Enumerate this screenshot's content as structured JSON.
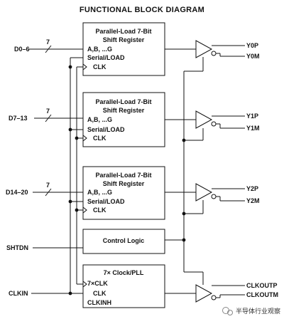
{
  "title": "FUNCTIONAL BLOCK DIAGRAM",
  "shift_register": {
    "title_line1": "Parallel-Load 7-Bit",
    "title_line2": "Shift Register",
    "port_data": "A,B, ...G",
    "port_serial": "Serial/LOAD",
    "port_clk": "CLK"
  },
  "bus_width": "7",
  "inputs": {
    "d0": "D0–6",
    "d7": "D7–13",
    "d14": "D14–20",
    "shtdn": "SHTDN",
    "clkin": "CLKIN"
  },
  "control_logic": "Control Logic",
  "pll": {
    "title": "7× Clock/PLL",
    "port_7clk": "7×CLK",
    "port_clk": "CLK",
    "port_clkinh": "CLKINH"
  },
  "outputs": {
    "y0p": "Y0P",
    "y0m": "Y0M",
    "y1p": "Y1P",
    "y1m": "Y1M",
    "y2p": "Y2P",
    "y2m": "Y2M",
    "clkoutp": "CLKOUTP",
    "clkoutm": "CLKOUTM"
  },
  "watermark": {
    "icon": "wechat-icon",
    "text": "半导体行业观察"
  }
}
